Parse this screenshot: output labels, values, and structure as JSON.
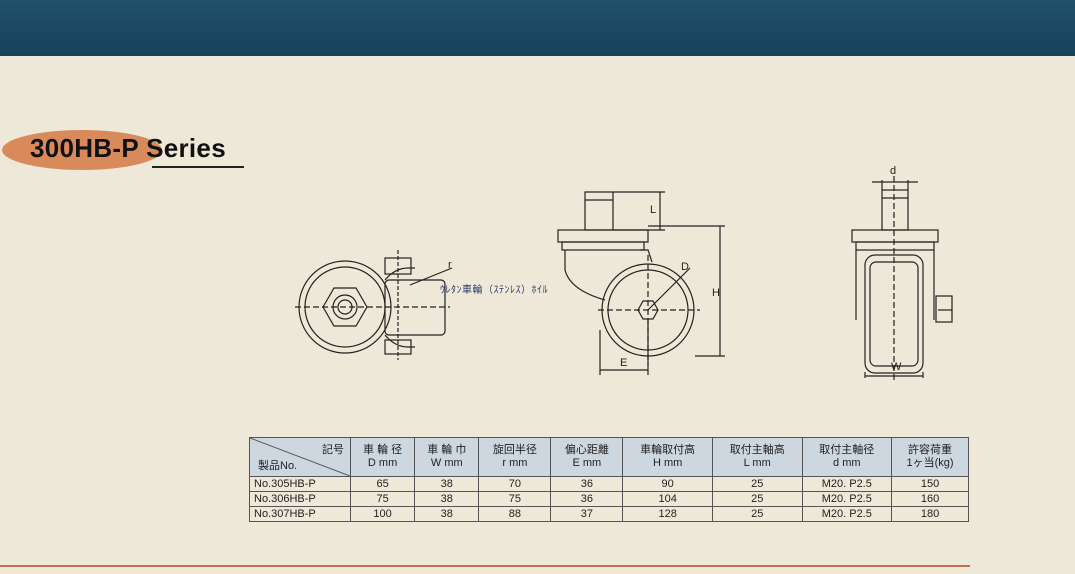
{
  "header": {
    "band_color": "#1c4a63"
  },
  "series": {
    "title": "300HB-P Series",
    "accent_color": "#d98a5a"
  },
  "drawing": {
    "labels": {
      "r": "r",
      "D": "D",
      "L": "L",
      "H": "H",
      "E": "E",
      "d": "d",
      "W": "W"
    },
    "annotation": "ｳﾚﾀﾝ車輪（ｽﾃﾝﾚｽ）ﾎｲﾙ"
  },
  "table": {
    "corner_top": "記号",
    "corner_bottom": "製品No.",
    "columns": [
      {
        "name": "車 輪 径",
        "unit": "D mm"
      },
      {
        "name": "車 輪 巾",
        "unit": "W mm"
      },
      {
        "name": "旋回半径",
        "unit": "r mm"
      },
      {
        "name": "偏心距離",
        "unit": "E mm"
      },
      {
        "name": "車輪取付高",
        "unit": "H mm"
      },
      {
        "name": "取付主軸高",
        "unit": "L mm"
      },
      {
        "name": "取付主軸径",
        "unit": "d mm"
      },
      {
        "name": "許容荷重",
        "unit": "1ヶ当(kg)"
      }
    ],
    "rows": [
      {
        "no": "No.305HB-P",
        "cells": [
          "65",
          "38",
          "70",
          "36",
          "90",
          "25",
          "M20. P2.5",
          "150"
        ]
      },
      {
        "no": "No.306HB-P",
        "cells": [
          "75",
          "38",
          "75",
          "36",
          "104",
          "25",
          "M20. P2.5",
          "160"
        ]
      },
      {
        "no": "No.307HB-P",
        "cells": [
          "100",
          "38",
          "88",
          "37",
          "128",
          "25",
          "M20. P2.5",
          "180"
        ]
      }
    ]
  }
}
